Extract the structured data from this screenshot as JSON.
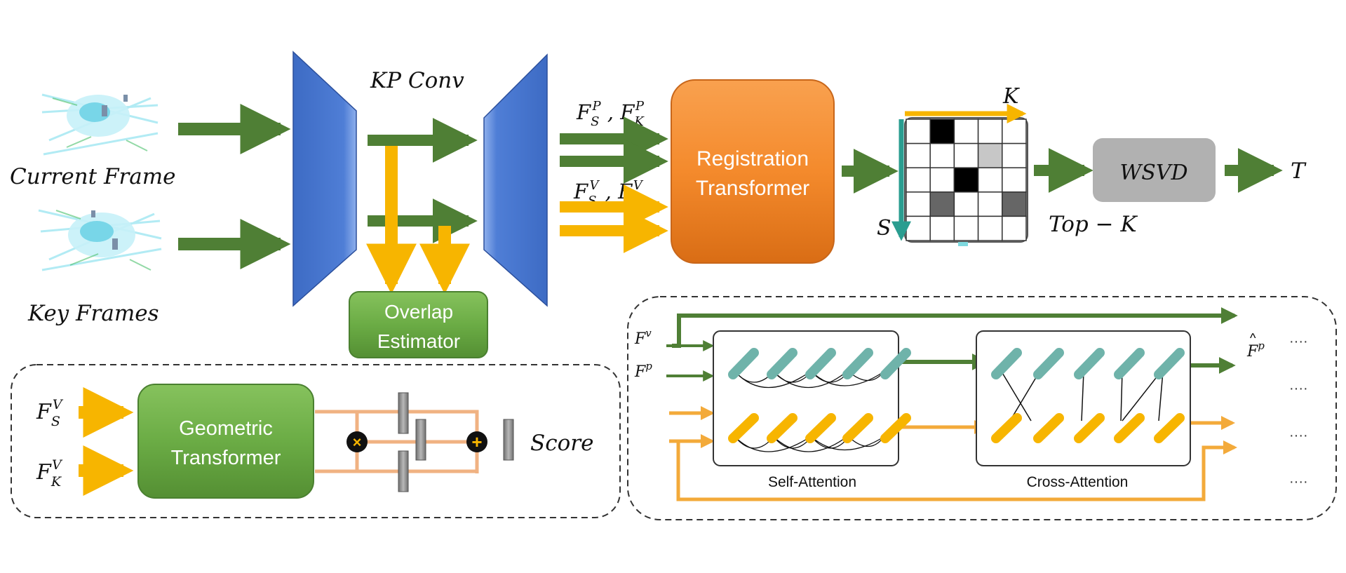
{
  "colors": {
    "green": "#4f7f35",
    "yellow": "#f7b500",
    "orange_line": "#f3aa3a",
    "blue": "#4a77cf",
    "box_orange": "#f48a2c",
    "box_green": "#6bac45",
    "teal": "#6fb3aa",
    "wsvd_gray": "#b1b1b1",
    "bar_gray": "#8f8f8f"
  },
  "labels": {
    "current_frame": "Current Frame",
    "key_frames": "Key Frames",
    "kp_conv": "KP Conv",
    "fp": "F_S^P , F_K^P",
    "fv": "F_S^V , F_K^V",
    "registration_line1": "Registration",
    "registration_line2": "Transformer",
    "k": "K",
    "s": "S",
    "topk": "Top − K",
    "wsvd": "WSVD",
    "t": "T",
    "overlap_line1": "Overlap",
    "overlap_line2": "Estimator",
    "geometric_line1": "Geometric",
    "geometric_line2": "Transformer",
    "score": "Score",
    "fsv": "F_S^V",
    "fkv": "F_K^V",
    "fv_in": "F^v",
    "fp_in": "F^p",
    "fp_hat": "F̂^p",
    "self_attention": "Self-Attention",
    "cross_attention": "Cross-Attention",
    "dots": "····",
    "mult": "×",
    "plus": "+"
  },
  "matrix": {
    "rows": 5,
    "cols": 5,
    "cells": [
      [
        0,
        1,
        0,
        0,
        0
      ],
      [
        0,
        0,
        0,
        0.22,
        0
      ],
      [
        0,
        0,
        1,
        0,
        0
      ],
      [
        0,
        0.6,
        0,
        0,
        0.6
      ],
      [
        0,
        0,
        0,
        0,
        0
      ]
    ]
  },
  "icons": {
    "multiply": "multiply-icon",
    "add": "add-icon"
  }
}
